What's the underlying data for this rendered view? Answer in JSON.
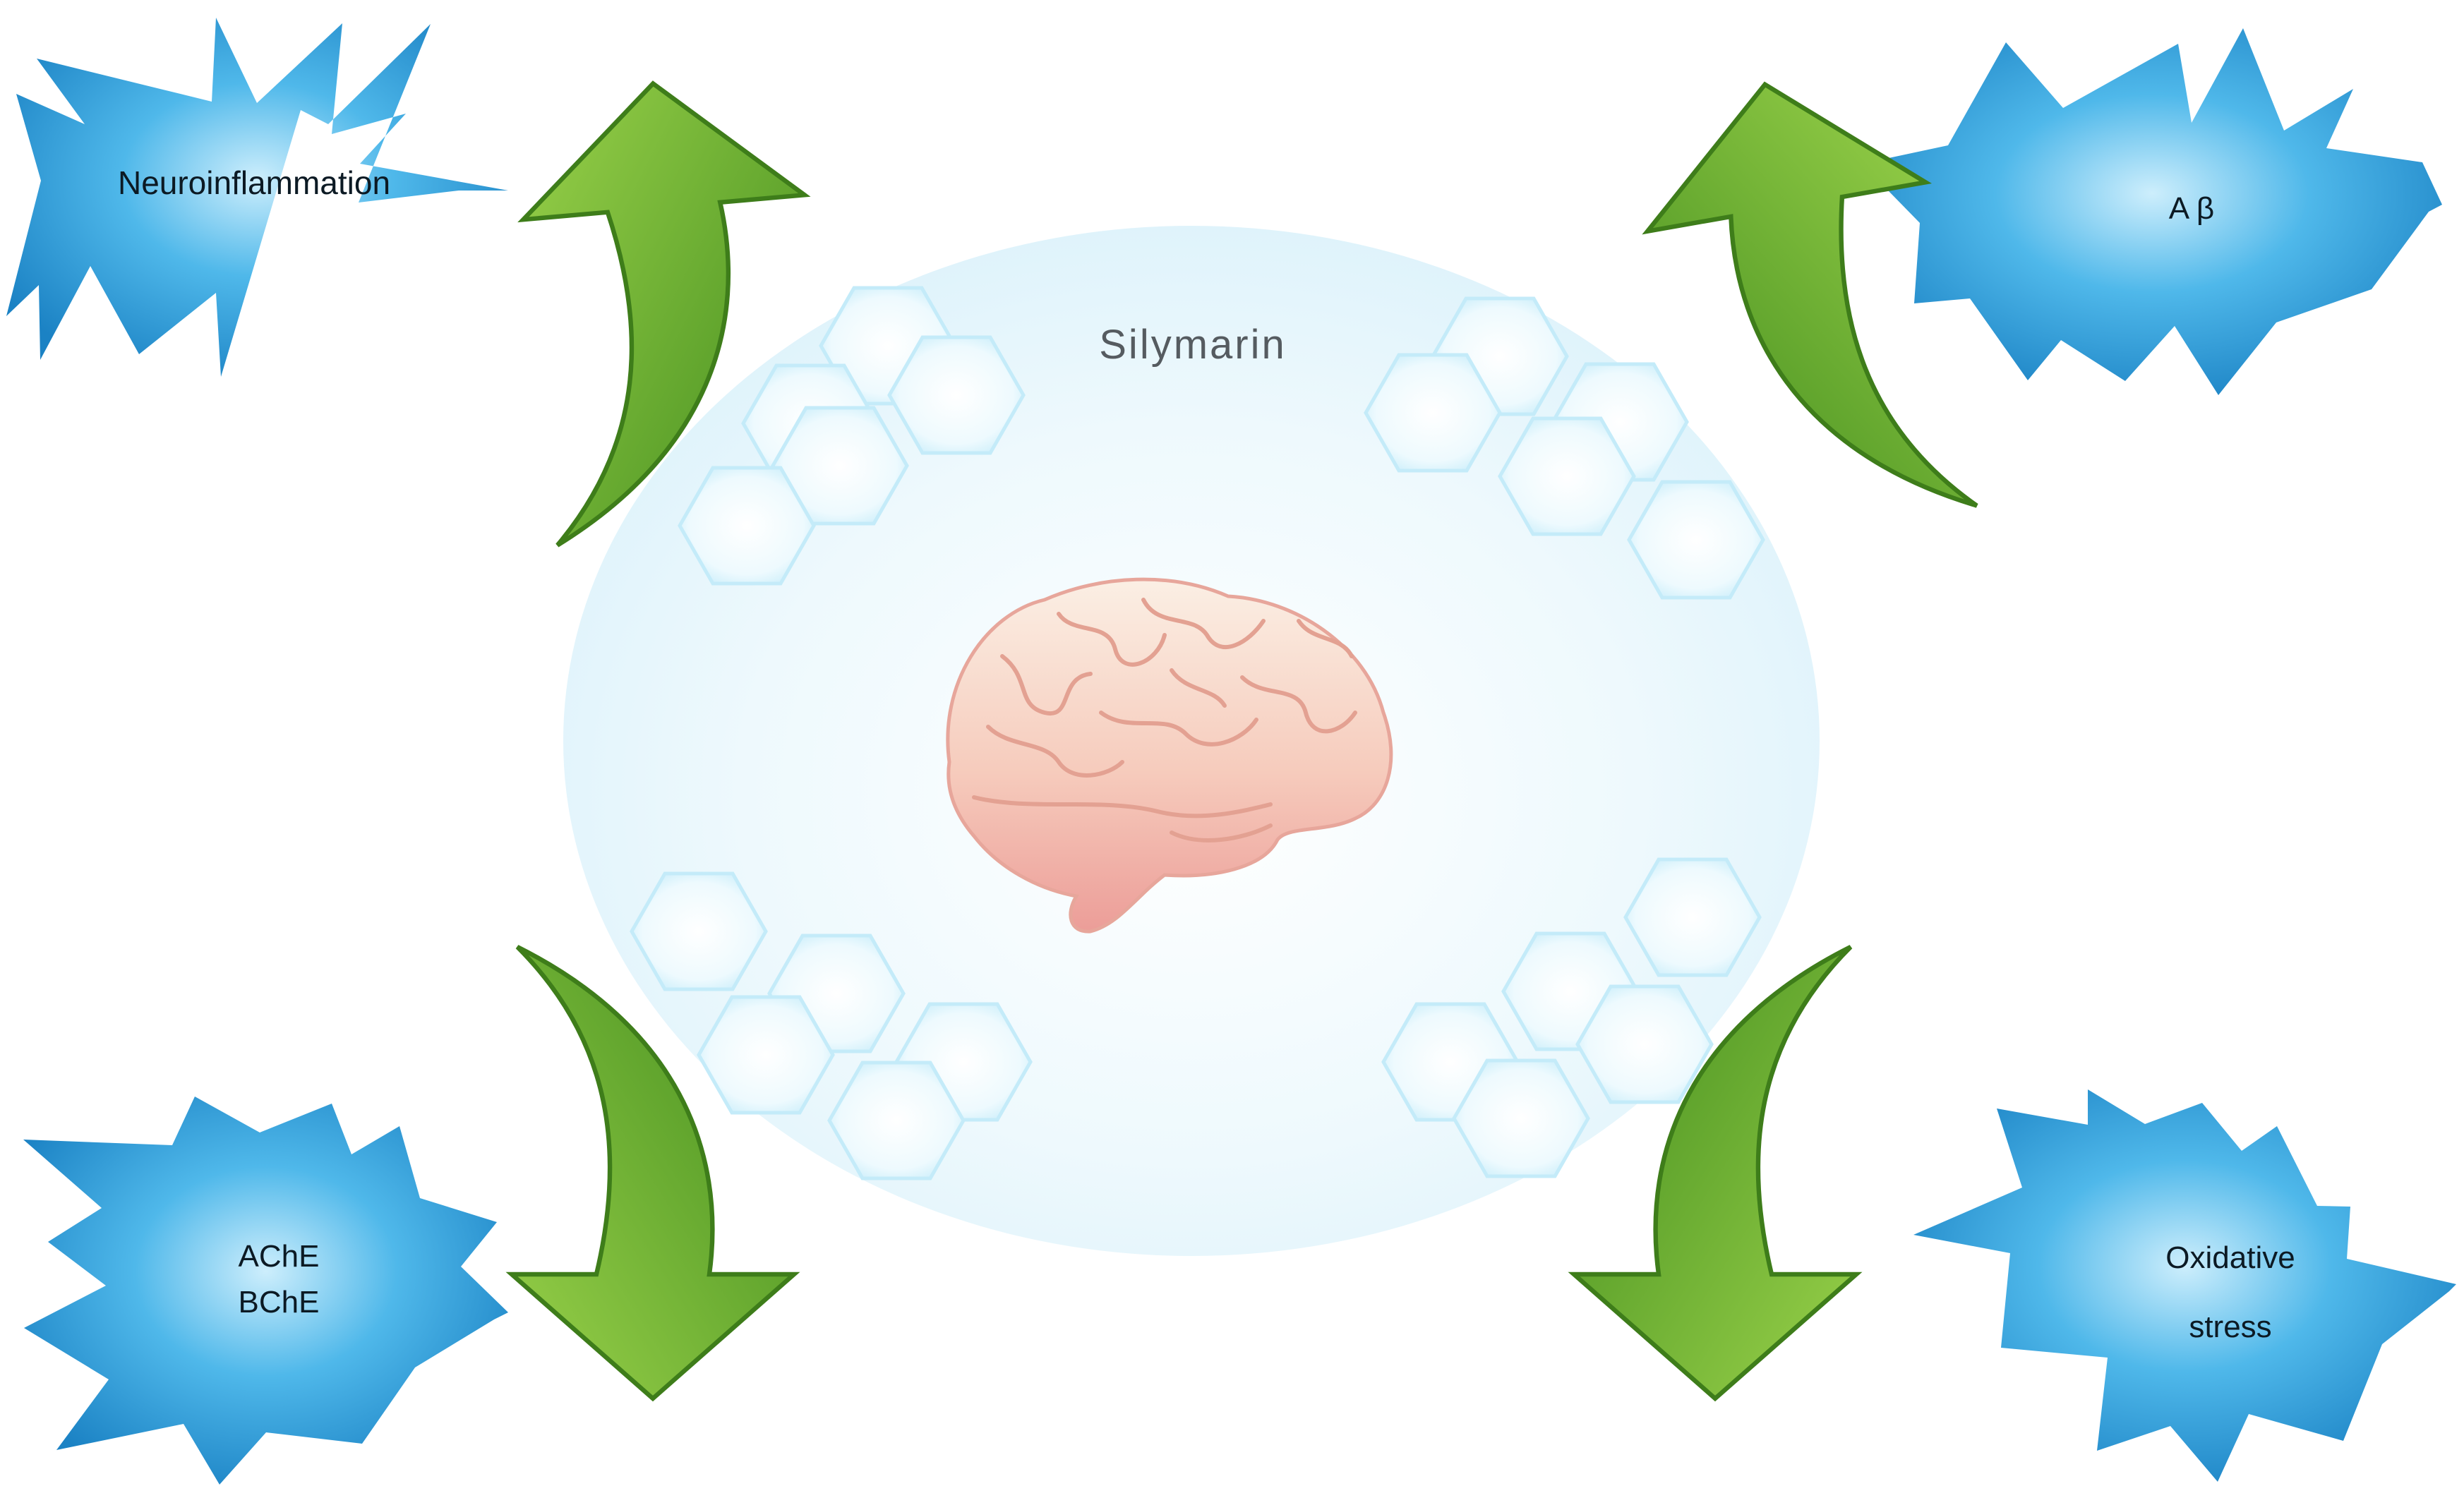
{
  "center": {
    "label": "Silymarin"
  },
  "targets": {
    "top_left": "Neuroinflammation",
    "top_right": "A β",
    "bottom_left_line1": "AChE",
    "bottom_left_line2": "BChE",
    "bottom_right_line1": "Oxidative",
    "bottom_right_line2": "stress"
  },
  "colors": {
    "burst": "#1e9ad8",
    "arrow": "#5aa427",
    "cell_fill": "#e6f7fd",
    "brain": "#f1b7ae"
  },
  "icons": {
    "brain": "brain-icon",
    "arrow": "curved-arrow-icon",
    "burst": "starburst-icon"
  }
}
